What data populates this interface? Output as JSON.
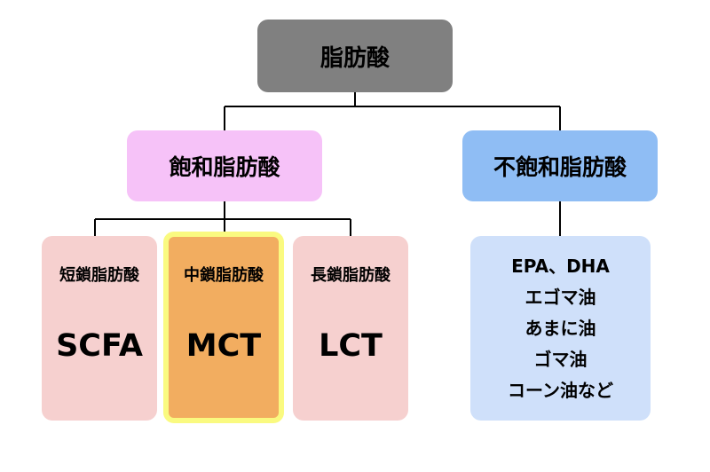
{
  "root": {
    "label": "脂肪酸"
  },
  "saturated": {
    "label": "飽和脂肪酸"
  },
  "unsaturated": {
    "label": "不飽和脂肪酸"
  },
  "leaves": [
    {
      "name": "短鎖脂肪酸",
      "abbr": "SCFA"
    },
    {
      "name": "中鎖脂肪酸",
      "abbr": "MCT"
    },
    {
      "name": "長鎖脂肪酸",
      "abbr": "LCT"
    }
  ],
  "examples": [
    "EPA、DHA",
    "エゴマ油",
    "あまに油",
    "ゴマ油",
    "コーン油など"
  ],
  "colors": {
    "root": "#808080",
    "saturated": "#f6c2f8",
    "unsaturated": "#8fbdf4",
    "leaf": "#f6d0cf",
    "highlight": "#f2ad60",
    "highlight_border": "#fafa80",
    "examples": "#cfe0fa"
  }
}
